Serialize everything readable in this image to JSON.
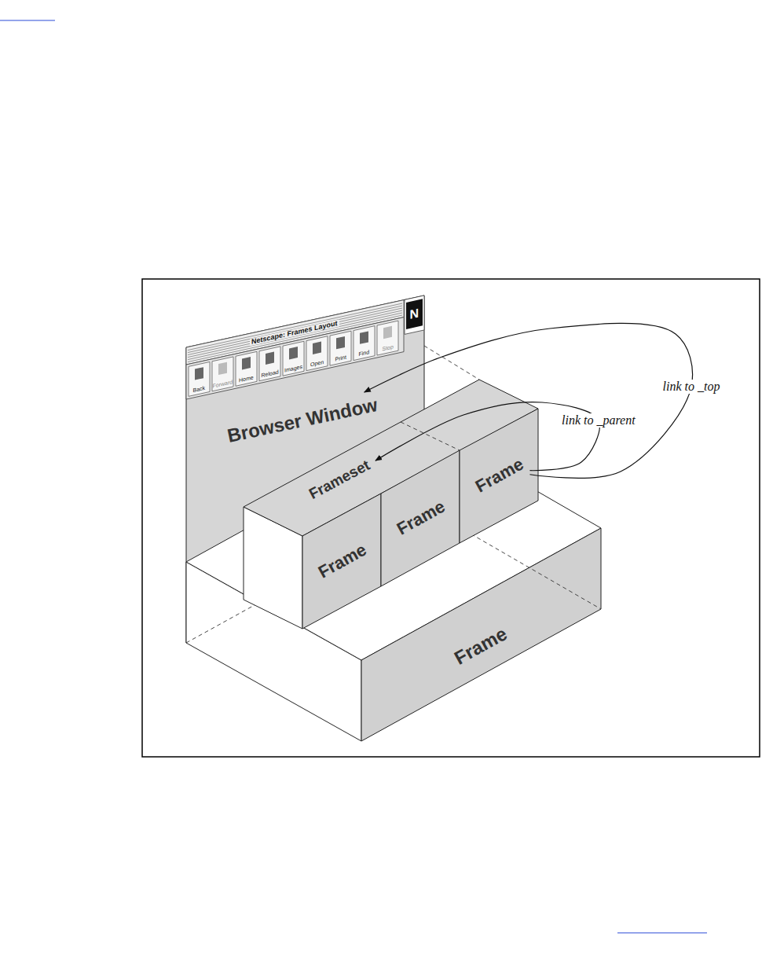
{
  "diagram": {
    "nodes": [
      {
        "text": [
          "Browser Window"
        ]
      },
      {
        "text": [
          "Frameset"
        ],
        "in": 0
      },
      {
        "text": [
          "Frame"
        ],
        "in": 1
      },
      {
        "text": [
          "Frame"
        ],
        "in": 1
      },
      {
        "text": [
          "Frame"
        ],
        "in": 1
      },
      {
        "text": [
          "Frame"
        ],
        "in": 0
      }
    ],
    "edges": [
      {
        "from": 2,
        "to": 0,
        "arrow": "to",
        "label": "link to _top"
      },
      {
        "from": 2,
        "to": 1,
        "arrow": "to",
        "label": "link to _parent"
      }
    ],
    "labels": [
      "Netscape: Frames Layout",
      "N",
      "Back",
      "Forward",
      "Home",
      "Reload",
      "Images",
      "Open",
      "Print",
      "Find",
      "Stop"
    ]
  }
}
